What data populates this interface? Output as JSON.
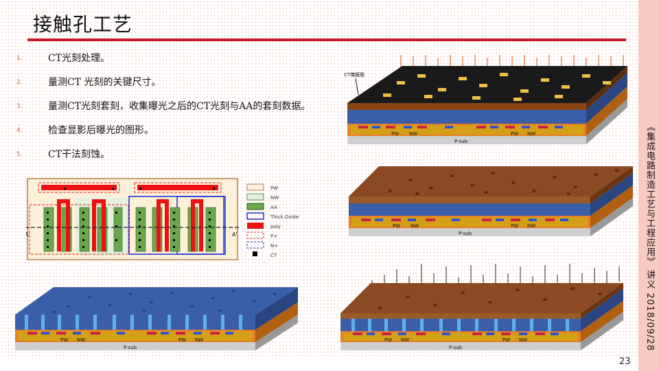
{
  "slide": {
    "title": "接触孔工艺",
    "page_number": "23",
    "side_text": "《集成电路制造工艺与工程应用》 讲义  2018/09/28"
  },
  "steps": [
    {
      "num": "1.",
      "text": "CT光刻处理。"
    },
    {
      "num": "2.",
      "text": "量测CT 光刻的关键尺寸。"
    },
    {
      "num": "3.",
      "text": "量测CT光刻套刻，收集曝光之后的CT光刻与AA的套刻数据。"
    },
    {
      "num": "4.",
      "text": "检查显影后曝光的图形。"
    },
    {
      "num": "5.",
      "text": "CT干法刻蚀。"
    }
  ],
  "layout_figure": {
    "label_a": "A",
    "label_a_prime": "A'",
    "legend": [
      {
        "label": "PW",
        "color": "#fdf0d8"
      },
      {
        "label": "NW",
        "color": "#e6f0de"
      },
      {
        "label": "AA",
        "color": "#6aa84f"
      },
      {
        "label": "Thick Oxide",
        "color": "#1f2fd0"
      },
      {
        "label": "poly",
        "color": "#ee1111"
      },
      {
        "label": "P+",
        "color": "#ee3333"
      },
      {
        "label": "N+",
        "color": "#2233cc"
      },
      {
        "label": "CT",
        "color": "#000000"
      }
    ]
  },
  "cross_sections": {
    "mask_label": "CT掩膜版",
    "pw": "PW",
    "nw": "NW",
    "psub": "P-sub"
  }
}
